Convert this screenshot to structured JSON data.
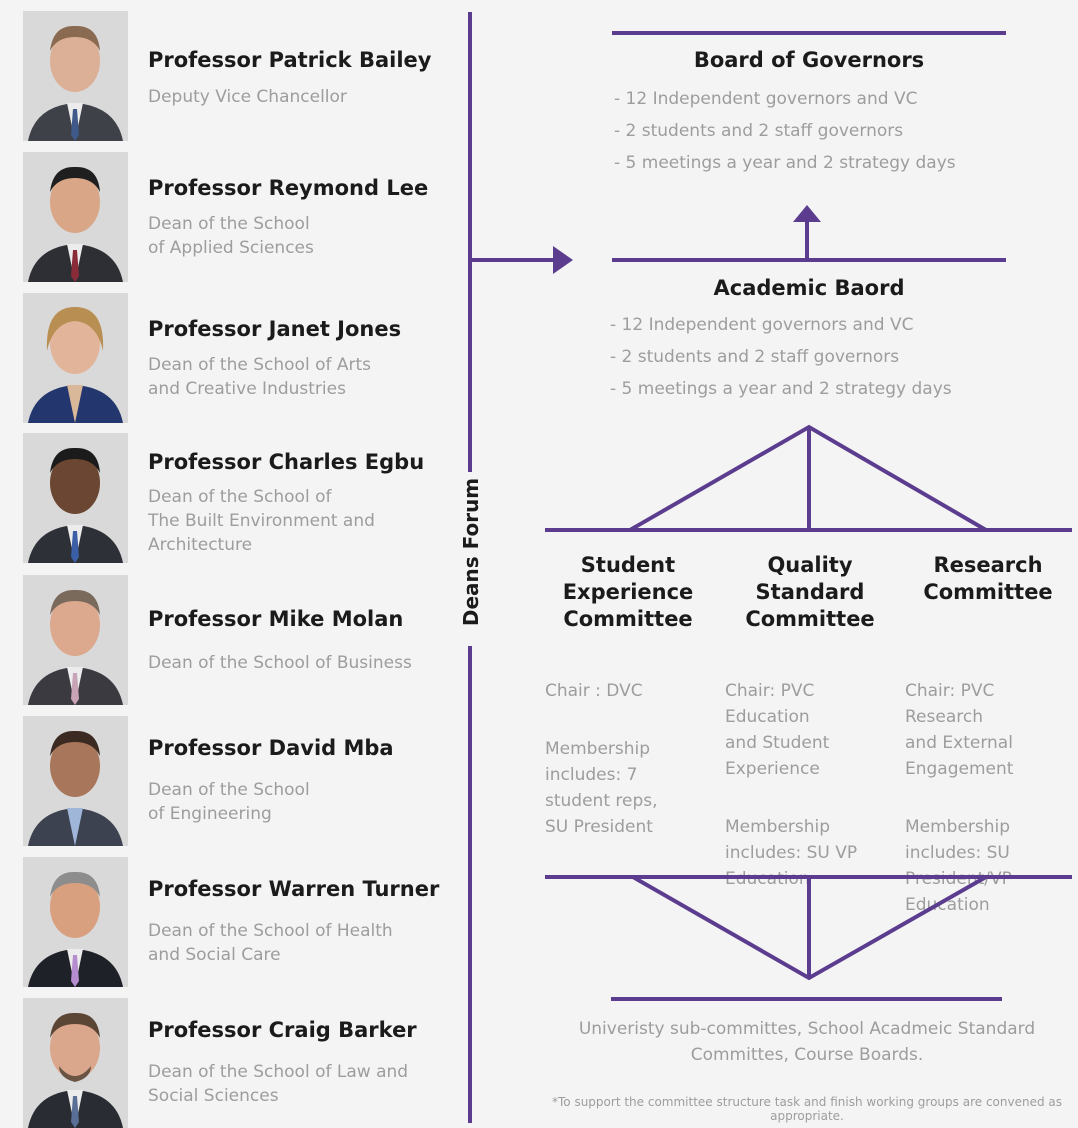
{
  "people": [
    {
      "name": "Professor Patrick Bailey",
      "role": "Deputy Vice Chancellor"
    },
    {
      "name": "Professor Reymond Lee",
      "role": "Dean of the School\nof Applied Sciences"
    },
    {
      "name": "Professor Janet Jones",
      "role": "Dean of the School of Arts\nand Creative Industries"
    },
    {
      "name": "Professor Charles Egbu",
      "role": "Dean of the School of\nThe Built Environment and\nArchitecture"
    },
    {
      "name": "Professor Mike Molan",
      "role": "Dean of the School of Business"
    },
    {
      "name": "Professor David Mba",
      "role": "Dean of the School\nof Engineering"
    },
    {
      "name": "Professor Warren Turner",
      "role": "Dean of the School of Health\nand Social Care"
    },
    {
      "name": "Professor Craig Barker",
      "role": "Dean of the School of Law and\nSocial Sciences"
    }
  ],
  "deans_forum": "Deans Forum",
  "board": {
    "title": "Board of Governors",
    "bullets": [
      "- 12 Independent governors and VC",
      "- 2 students and 2 staff governors",
      "- 5 meetings a year and 2 strategy days"
    ]
  },
  "academic": {
    "title": "Academic Baord",
    "bullets": [
      "- 12 Independent governors and VC",
      "- 2 students and 2 staff governors",
      "- 5 meetings a year and 2 strategy days"
    ]
  },
  "committees": [
    {
      "name": "Student\nExperience\nCommittee",
      "chair": "Chair : DVC",
      "membership": "Membership\nincludes: 7\nstudent reps,\nSU President"
    },
    {
      "name": "Quality\nStandard\nCommittee",
      "chair": "Chair: PVC\nEducation\nand Student\nExperience",
      "membership": "Membership\nincludes: SU VP\nEducation"
    },
    {
      "name": "Research\nCommittee",
      "chair": "Chair: PVC\nResearch\nand External\nEngagement",
      "membership": "Membership\nincludes: SU\nPresident/VP\nEducation"
    }
  ],
  "sub_committees": "Univeristy sub-committes, School Acadmeic Standard Committes, Course Boards.",
  "footnote": "*To support the committee structure task and finish working groups are convened as appropriate.",
  "colors": {
    "accent": "#5b3c8e",
    "heading": "#1b1b1b",
    "body_text": "#9d9d9d",
    "background": "#f4f4f4"
  }
}
